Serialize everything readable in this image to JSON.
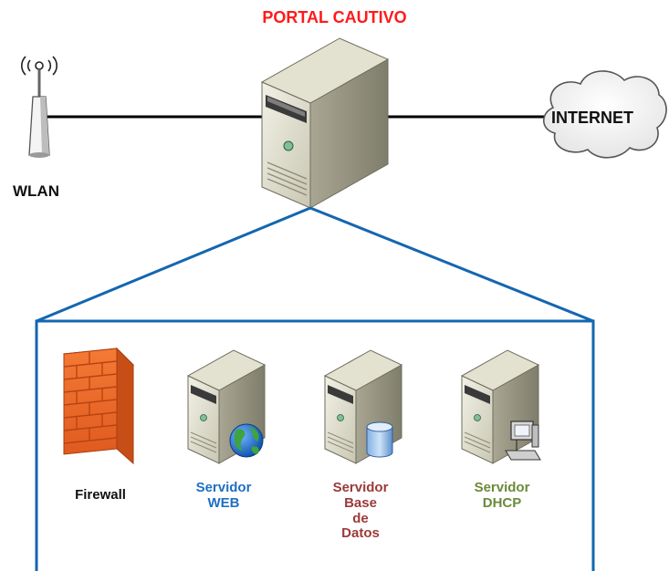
{
  "title": "PORTAL CAUTIVO",
  "wlan_label": "WLAN",
  "internet_label": "INTERNET",
  "components": {
    "firewall": {
      "lines": [
        "Firewall"
      ],
      "color": "#111111"
    },
    "web": {
      "lines": [
        "Servidor",
        "WEB"
      ],
      "color": "#1f6fc4"
    },
    "database": {
      "lines": [
        "Servidor",
        "Base",
        "de",
        "Datos"
      ],
      "color": "#9b3a3a"
    },
    "dhcp": {
      "lines": [
        "Servidor",
        "DHCP"
      ],
      "color": "#6b8a3a"
    }
  },
  "colors": {
    "title": "#ff1a1a",
    "connector": "#1466b0",
    "network_link": "#000000",
    "firewall": "#f06b2a"
  },
  "icons": [
    "antenna-icon",
    "server-icon",
    "cloud-icon",
    "firewall-icon",
    "globe-icon",
    "database-icon",
    "computer-icon"
  ]
}
